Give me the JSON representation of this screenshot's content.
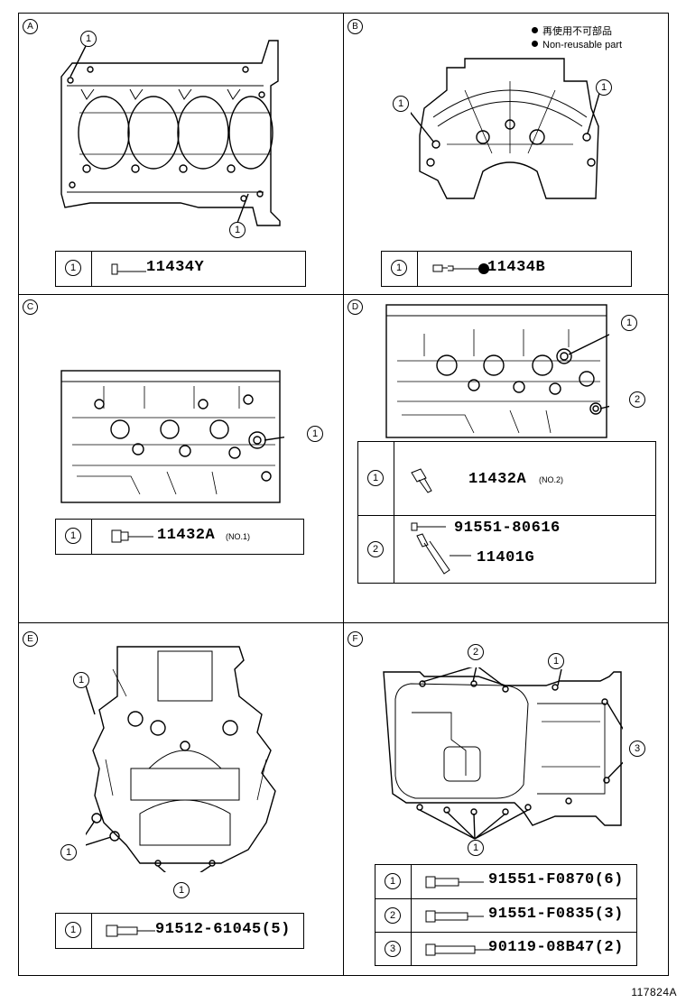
{
  "legend": {
    "cn": "再使用不可部品",
    "en": "Non-reusable part"
  },
  "figure_code": "117824A",
  "panels": {
    "A": {
      "letter": "A",
      "callout": "1",
      "rows": [
        {
          "num": "1",
          "part": "11434Y",
          "note": ""
        }
      ]
    },
    "B": {
      "letter": "B",
      "callout": "1",
      "rows": [
        {
          "num": "1",
          "part": "11434B",
          "note": ""
        }
      ]
    },
    "C": {
      "letter": "C",
      "callout": "1",
      "rows": [
        {
          "num": "1",
          "part": "11432A",
          "note": "(NO.1)"
        }
      ]
    },
    "D": {
      "letter": "D",
      "callouts": [
        "1",
        "2"
      ],
      "rows": [
        {
          "num": "1",
          "part": "11432A",
          "note": "(NO.2)"
        },
        {
          "num": "2",
          "part": "91551-80616",
          "part2": "11401G"
        }
      ]
    },
    "E": {
      "letter": "E",
      "callout": "1",
      "rows": [
        {
          "num": "1",
          "part": "91512-61045(5)"
        }
      ]
    },
    "F": {
      "letter": "F",
      "callouts": [
        "1",
        "2",
        "3"
      ],
      "rows": [
        {
          "num": "1",
          "part": "91551-F0870(6)"
        },
        {
          "num": "2",
          "part": "91551-F0835(3)"
        },
        {
          "num": "3",
          "part": "90119-08B47(2)"
        }
      ]
    }
  }
}
